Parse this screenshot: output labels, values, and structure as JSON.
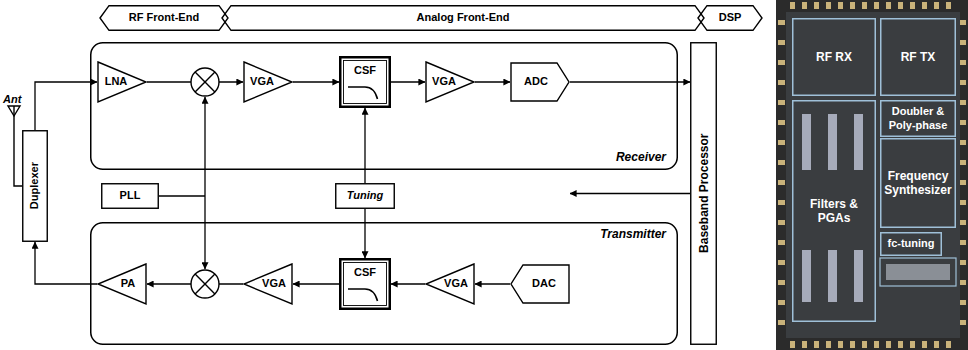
{
  "diagram": {
    "nodes": [
      {
        "text": [
          "RF Front-End"
        ]
      },
      {
        "text": [
          "Analog Front-End"
        ]
      },
      {
        "text": [
          "DSP"
        ]
      },
      {
        "text": [
          "Receiver"
        ]
      },
      {
        "text": [
          "LNA"
        ],
        "in": 3
      },
      {
        "text": [
          "VGA"
        ],
        "in": 3
      },
      {
        "text": [
          "CSF"
        ],
        "in": 3
      },
      {
        "text": [
          "VGA"
        ],
        "in": 3
      },
      {
        "text": [
          "ADC"
        ],
        "in": 3
      },
      {
        "text": [
          "Baseband Processor"
        ]
      },
      {
        "text": [
          "Duplexer"
        ]
      },
      {
        "text": [
          "PLL"
        ]
      },
      {
        "text": [
          "Tuning"
        ]
      },
      {
        "text": [
          "Transmitter"
        ]
      },
      {
        "text": [
          "PA"
        ],
        "in": 13
      },
      {
        "text": [
          "VGA"
        ],
        "in": 13
      },
      {
        "text": [
          "CSF"
        ],
        "in": 13
      },
      {
        "text": [
          "VGA"
        ],
        "in": 13
      },
      {
        "text": [
          "DAC"
        ],
        "in": 13
      },
      {
        "text": [
          "RF RX"
        ]
      },
      {
        "text": [
          "RF TX"
        ]
      },
      {
        "text": [
          "Filters & PGAs"
        ]
      },
      {
        "text": [
          "Doubler & Poly-phase"
        ]
      },
      {
        "text": [
          "Frequency Synthesizer"
        ]
      },
      {
        "text": [
          "fc-tuning"
        ]
      }
    ],
    "edges": [
      {
        "from": 10,
        "to": 4,
        "arrow": "to"
      },
      {
        "from": 4,
        "to": 5,
        "arrow": "to"
      },
      {
        "from": 5,
        "to": 6,
        "arrow": "to"
      },
      {
        "from": 6,
        "to": 7,
        "arrow": "to"
      },
      {
        "from": 7,
        "to": 8,
        "arrow": "to"
      },
      {
        "from": 8,
        "to": 9,
        "arrow": "to"
      },
      {
        "from": 9,
        "to": 18,
        "arrow": "to"
      },
      {
        "from": 18,
        "to": 17,
        "arrow": "to"
      },
      {
        "from": 17,
        "to": 16,
        "arrow": "to"
      },
      {
        "from": 16,
        "to": 15,
        "arrow": "to"
      },
      {
        "from": 15,
        "to": 14,
        "arrow": "to"
      },
      {
        "from": 14,
        "to": 10,
        "arrow": "to"
      },
      {
        "from": 12,
        "to": 6,
        "arrow": "to"
      },
      {
        "from": 12,
        "to": 16,
        "arrow": "to"
      }
    ],
    "labels": [
      "Ant"
    ]
  }
}
